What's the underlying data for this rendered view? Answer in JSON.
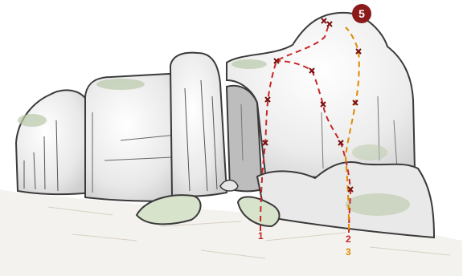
{
  "sector": {
    "number": "5",
    "color": "#8b1a1a"
  },
  "routes": [
    {
      "label": "1",
      "color": "#c62828"
    },
    {
      "label": "2",
      "color": "#c62828"
    },
    {
      "label": "3",
      "color": "#e08a00"
    }
  ],
  "colors": {
    "rock_fill": "#f1f1f1",
    "rock_outline": "#3a3a3a",
    "moss": "#b9c9a9",
    "bolt": "#7a1010"
  }
}
